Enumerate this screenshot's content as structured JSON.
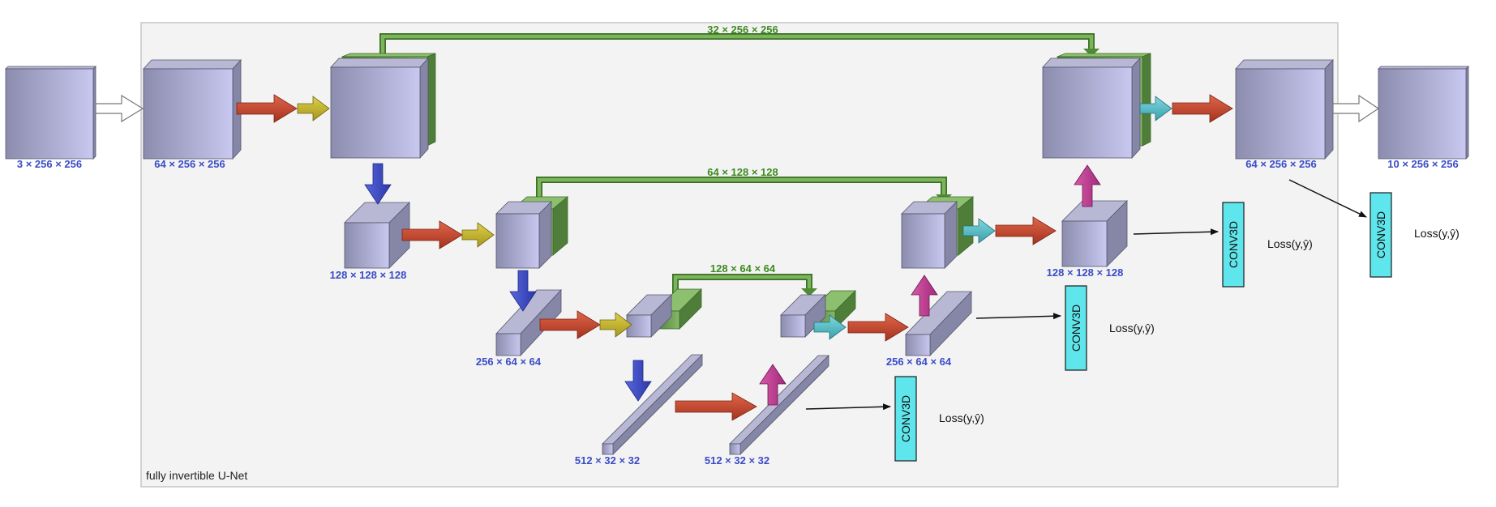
{
  "frame": {
    "label": "fully invertible U-Net"
  },
  "dims": {
    "input": "3 × 256 × 256",
    "enc1": "64 × 256 × 256",
    "enc2": "128 × 128 × 128",
    "enc3": "256 × 64 × 64",
    "bottleneck_left": "512 × 32 × 32",
    "bottleneck_right": "512 × 32 × 32",
    "dec3": "256 × 64 × 64",
    "dec2": "128 × 128 × 128",
    "dec1": "64 × 256 × 256",
    "output": "10 × 256 × 256"
  },
  "skips": {
    "level1": "32 × 256 × 256",
    "level2": "64 × 128 × 128",
    "level3": "128 × 64 × 64"
  },
  "heads": {
    "conv_label": "CONV3D",
    "loss_label": "Loss(y,ŷ)"
  },
  "colors": {
    "cube_front_dark": "#8c8cae",
    "cube_front_light": "#c8c8f0",
    "cube_top": "#b8b8d4",
    "cube_side": "#8686a6",
    "green": "#6a9e4e",
    "red_arrow": "#c84a30",
    "yellow_arrow": "#c6b52c",
    "cyan_arrow": "#4bbcc8",
    "blue_arrow": "#3c4cc8",
    "magenta_arrow": "#c23a92",
    "conv_fill": "#5fe6ec",
    "dim_text": "#3a4cc6",
    "skip_text": "#3d8a1e"
  }
}
